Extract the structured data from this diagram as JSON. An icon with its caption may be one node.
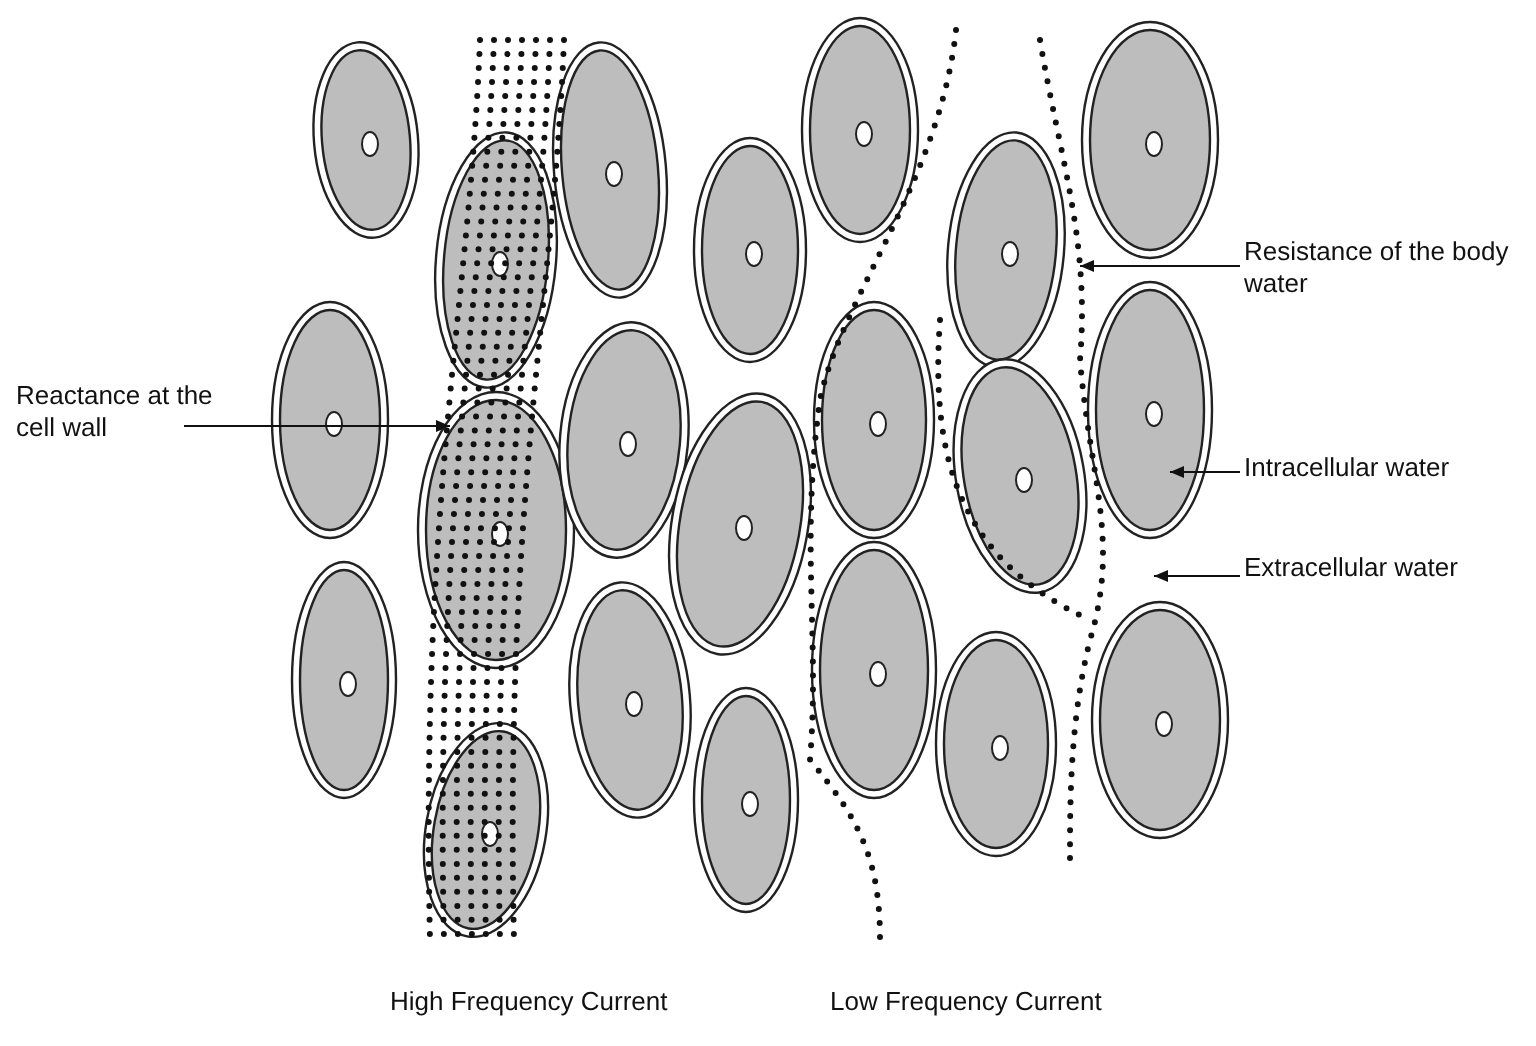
{
  "diagram": {
    "nodes": [
      {
        "text": [
          "Reactance at the cell wall"
        ]
      },
      {
        "text": [
          "Resistance of the body water"
        ]
      },
      {
        "text": [
          "Intracellular water"
        ]
      },
      {
        "text": [
          "Extracellular water"
        ]
      }
    ],
    "edges": [
      {
        "from": 0,
        "to": null,
        "arrow": "to"
      },
      {
        "from": 1,
        "to": null,
        "arrow": "to"
      },
      {
        "from": 2,
        "to": null,
        "arrow": "to"
      },
      {
        "from": 3,
        "to": null,
        "arrow": "to"
      }
    ],
    "labels": [
      "High Frequency Current",
      "Low Frequency Current"
    ]
  }
}
